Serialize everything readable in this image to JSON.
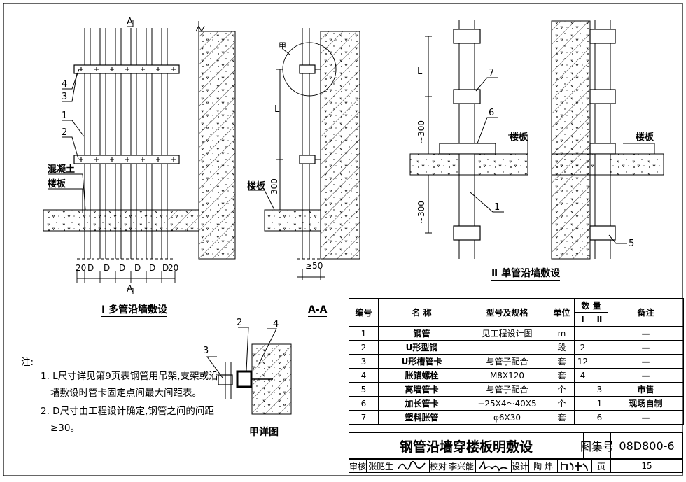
{
  "diagram": {
    "section_marks": {
      "top": "A",
      "bottom": "A"
    },
    "left_view": {
      "callouts": [
        "4",
        "3",
        "1",
        "2"
      ],
      "labels": {
        "concrete": "混凝土",
        "slab": "楼板"
      },
      "dim_bottom": [
        "20",
        "D",
        "D",
        "D",
        "D",
        "D",
        "D",
        "20"
      ],
      "caption": "Ⅰ 多管沿墙敷设"
    },
    "section_view": {
      "detail_mark": "甲",
      "dim_L": "L",
      "dim_300": "300",
      "slab_label": "楼板",
      "dim_50": "≥50",
      "caption": "A-A"
    },
    "detail_view": {
      "callouts": [
        "2",
        "4",
        "3"
      ],
      "caption": "甲详图"
    },
    "right_view": {
      "dim_L": "L",
      "dim_300_upper": "~300",
      "dim_300_lower": "~300",
      "callouts": [
        "7",
        "6",
        "1",
        "5"
      ],
      "slab_label_left": "楼板",
      "slab_label_right": "楼板",
      "caption": "Ⅱ 单管沿墙敷设"
    }
  },
  "notes": {
    "heading": "注:",
    "items": [
      "1. L尺寸详见第9页表钢管用吊架,支架或沿",
      "墙敷设时管卡固定点间最大间距表。",
      "2. D尺寸由工程设计确定,钢管之间的间距",
      "≥30。"
    ]
  },
  "table": {
    "headers": {
      "no": "编号",
      "name": "名  称",
      "spec": "型号及规格",
      "unit": "单位",
      "qty": "数  量",
      "qty_i": "Ⅰ",
      "qty_ii": "Ⅱ",
      "remark": "备注"
    },
    "rows": [
      {
        "no": "1",
        "name": "钢管",
        "spec": "见工程设计图",
        "unit": "m",
        "q1": "—",
        "q2": "—",
        "remark": "—"
      },
      {
        "no": "2",
        "name": "U形型钢",
        "spec": "—",
        "unit": "段",
        "q1": "2",
        "q2": "—",
        "remark": "—"
      },
      {
        "no": "3",
        "name": "U形槽管卡",
        "spec": "与管子配合",
        "unit": "套",
        "q1": "12",
        "q2": "—",
        "remark": "—"
      },
      {
        "no": "4",
        "name": "胀锚螺栓",
        "spec": "M8X120",
        "unit": "套",
        "q1": "4",
        "q2": "—",
        "remark": "—"
      },
      {
        "no": "5",
        "name": "离墙管卡",
        "spec": "与管子配合",
        "unit": "个",
        "q1": "—",
        "q2": "3",
        "remark": "市售"
      },
      {
        "no": "6",
        "name": "加长管卡",
        "spec": "−25X4～40X5",
        "unit": "个",
        "q1": "—",
        "q2": "1",
        "remark": "现场自制"
      },
      {
        "no": "7",
        "name": "塑料胀管",
        "spec": "φ6X30",
        "unit": "套",
        "q1": "—",
        "q2": "6",
        "remark": "—"
      }
    ]
  },
  "title_block": {
    "title": "钢管沿墙穿楼板明敷设",
    "atlas_label": "图集号",
    "atlas_no": "08D800-6",
    "page_label": "页",
    "page_no": "15",
    "review_label": "审核",
    "reviewer": "张肥生",
    "check_label": "校对",
    "checker": "李兴能",
    "design_label": "设计",
    "designer": "陶  炜"
  }
}
